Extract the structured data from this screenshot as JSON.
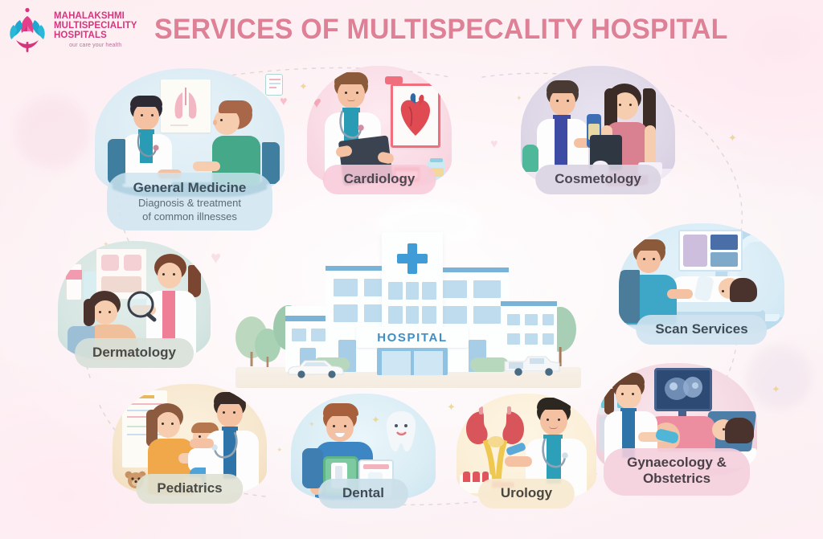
{
  "brand": {
    "logo_icon": "lotus-logo-icon",
    "name_line1": "MAHALAKSHMI",
    "name_line2": "MULTISPECIALITY",
    "name_line3": "HOSPITALS",
    "tagline": "our care your health",
    "color_pink": "#d6347c",
    "color_teal": "#1aa3c8"
  },
  "header": {
    "title": "SERVICES OF MULTISPECALITY HOSPITAL",
    "title_color": "#de8096"
  },
  "center": {
    "building_sign": "HOSPITAL",
    "cross_icon": "medical-cross-icon",
    "cross_color": "#3f9cd6"
  },
  "background": {
    "page_color": "#fdeff3",
    "decor_heart_icon": "heart-icon",
    "decor_sparkle_icon": "sparkle-icon",
    "connector_icon": "dashed-arc-connector"
  },
  "services": [
    {
      "id": "general-medicine",
      "title": "General Medicine",
      "subtitle_line1": "Diagnosis & treatment",
      "subtitle_line2": "of common illnesses",
      "label_color": "#cfe4ef",
      "scene_color": "#dcecf4"
    },
    {
      "id": "cardiology",
      "title": "Cardiology",
      "label_color": "#f8d2dd",
      "scene_color": "#f9dbe4"
    },
    {
      "id": "cosmetology",
      "title": "Cosmetology",
      "label_color": "#d9d3e2",
      "scene_color": "#ddd6e6"
    },
    {
      "id": "dermatology",
      "title": "Dermatology",
      "label_color": "#d7e0d8",
      "scene_color": "#d7e6e3"
    },
    {
      "id": "scan-services",
      "title": "Scan Services",
      "label_color": "#cfe3f0",
      "scene_color": "#d8ecf6"
    },
    {
      "id": "pediatrics",
      "title": "Pediatrics",
      "label_color": "#dfe1d3",
      "scene_color": "#f6e6cd"
    },
    {
      "id": "dental",
      "title": "Dental",
      "label_color": "#cbdfe9",
      "scene_color": "#d9ecf4"
    },
    {
      "id": "urology",
      "title": "Urology",
      "label_color": "#f7e9cf",
      "scene_color": "#fbefd8"
    },
    {
      "id": "gynaecology-obstetrics",
      "title_line1": "Gynaecology &",
      "title_line2": "Obstetrics",
      "label_color": "#f4cfdd",
      "scene_color": "#f3d7e0"
    }
  ]
}
